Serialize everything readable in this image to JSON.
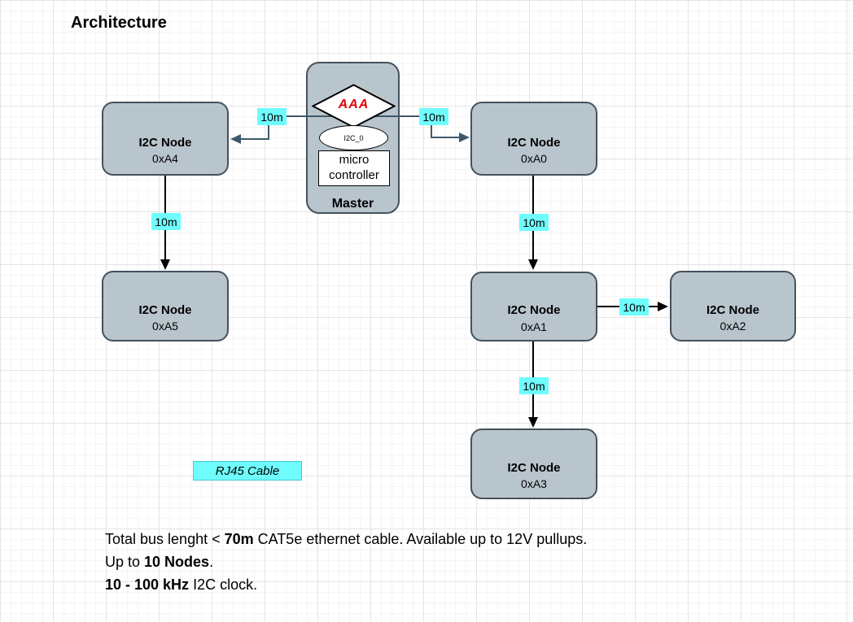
{
  "title": "Architecture",
  "master": {
    "label": "Master",
    "decision_label": "AAA",
    "bus_label": "I2C_0",
    "mcu_line1": "micro",
    "mcu_line2": "controller"
  },
  "nodes": [
    {
      "title": "I2C Node",
      "address": "0xA4"
    },
    {
      "title": "I2C Node",
      "address": "0xA0"
    },
    {
      "title": "I2C Node",
      "address": "0xA5"
    },
    {
      "title": "I2C Node",
      "address": "0xA1"
    },
    {
      "title": "I2C Node",
      "address": "0xA2"
    },
    {
      "title": "I2C Node",
      "address": "0xA3"
    }
  ],
  "edge_labels": [
    "10m",
    "10m",
    "10m",
    "10m",
    "10m",
    "10m"
  ],
  "legend": {
    "cable_label": "RJ45 Cable"
  },
  "notes": {
    "l1a": "Total bus lenght < ",
    "l1b": "70m",
    "l1c": " CAT5e ethernet cable. Available up to 12V pullups.",
    "l2a": "Up to ",
    "l2b": "10 Nodes",
    "l2c": ".",
    "l3a": "10 - 100 kHz",
    "l3b": " I2C clock."
  },
  "colors": {
    "node_fill": "#b9c5cd",
    "node_border": "#45525c",
    "highlight": "#6ffcfd",
    "decision_text": "#e60000",
    "edge_dark": "#3f5869",
    "edge_black": "#000000",
    "grid_minor": "#f4f4f4",
    "grid_major": "#e4e4e4"
  }
}
